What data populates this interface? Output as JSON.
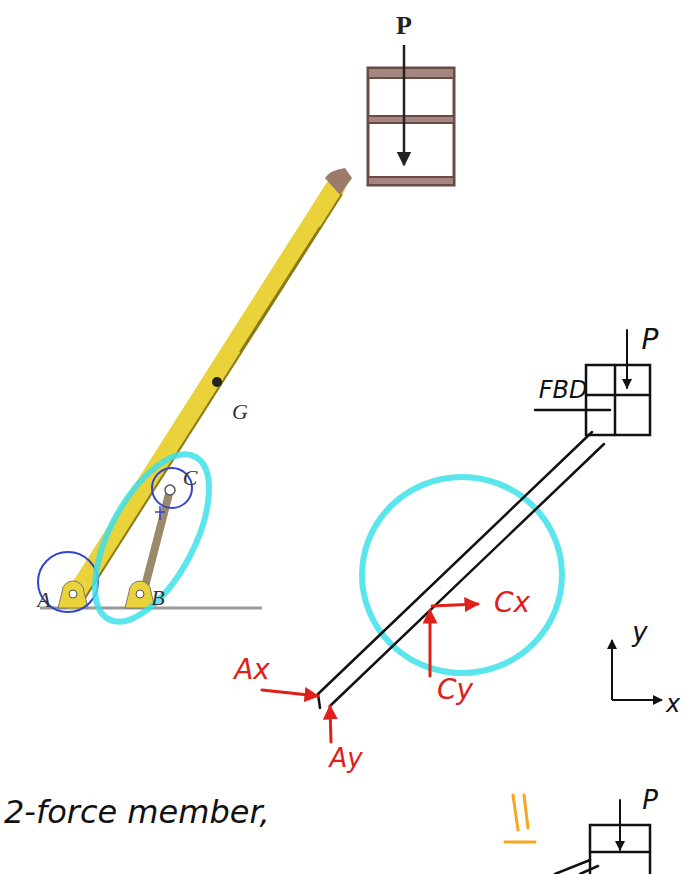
{
  "diagram": {
    "labels": [
      "P",
      "G",
      "A",
      "B",
      "C",
      "FBD",
      "P",
      "Ax",
      "Cx",
      "Cy",
      "Ay",
      "y",
      "x",
      "2-force member,",
      "P"
    ]
  }
}
